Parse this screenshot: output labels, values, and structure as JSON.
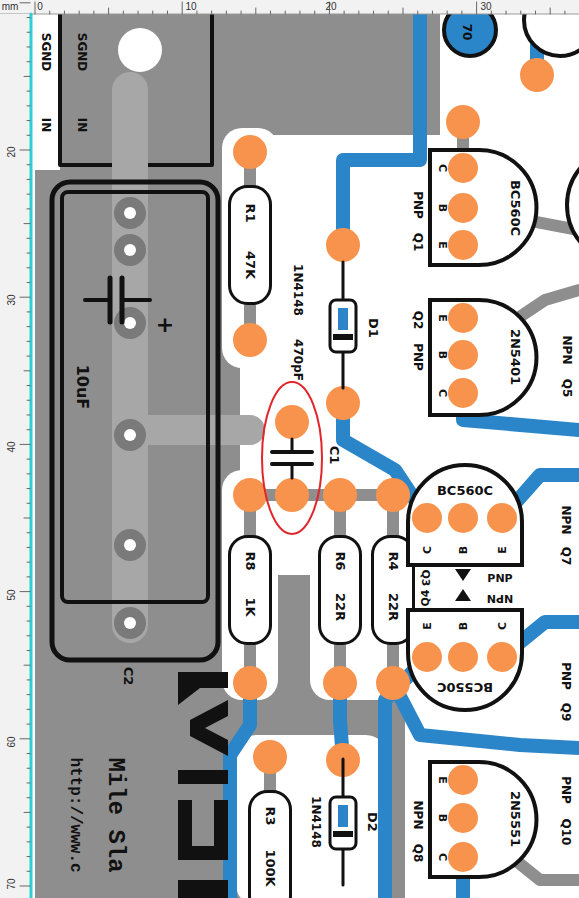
{
  "diagram": {
    "nodes": [
      {
        "text": [
          "10uF",
          "C2"
        ]
      },
      {
        "text": [
          "R1",
          "47K"
        ]
      },
      {
        "text": [
          "R8",
          "1K"
        ]
      },
      {
        "text": [
          "R6",
          "22R"
        ]
      },
      {
        "text": [
          "R4",
          "22R"
        ]
      },
      {
        "text": [
          "R3",
          "100K"
        ]
      },
      {
        "text": [
          "BC560C",
          "C",
          "B",
          "E"
        ]
      },
      {
        "text": [
          "2N5401",
          "E",
          "B",
          "C"
        ]
      },
      {
        "text": [
          "BC560C",
          "C",
          "B",
          "E"
        ]
      },
      {
        "text": [
          "BC550C",
          "E",
          "B",
          "C"
        ]
      },
      {
        "text": [
          "2N5551",
          "E",
          "B",
          "C"
        ]
      }
    ],
    "labels": [
      "mm",
      "0",
      "10",
      "20",
      "30",
      "20",
      "30",
      "40",
      "50",
      "60",
      "70",
      "SGND",
      "IN",
      "SGND",
      "IN",
      "1N4148",
      "D1",
      "470pF",
      "C1",
      "+",
      "PNP",
      "Q1",
      "Q2",
      "PNP",
      "NPN",
      "Q5",
      "NPN",
      "Q7",
      "Q3",
      "PNP",
      "Q4",
      "NPN",
      "PNP",
      "Q9",
      "NPN",
      "Q8",
      "PNP",
      "Q10",
      "1N4148",
      "D2",
      "70",
      "Mile Sla",
      "http://www.c"
    ]
  }
}
